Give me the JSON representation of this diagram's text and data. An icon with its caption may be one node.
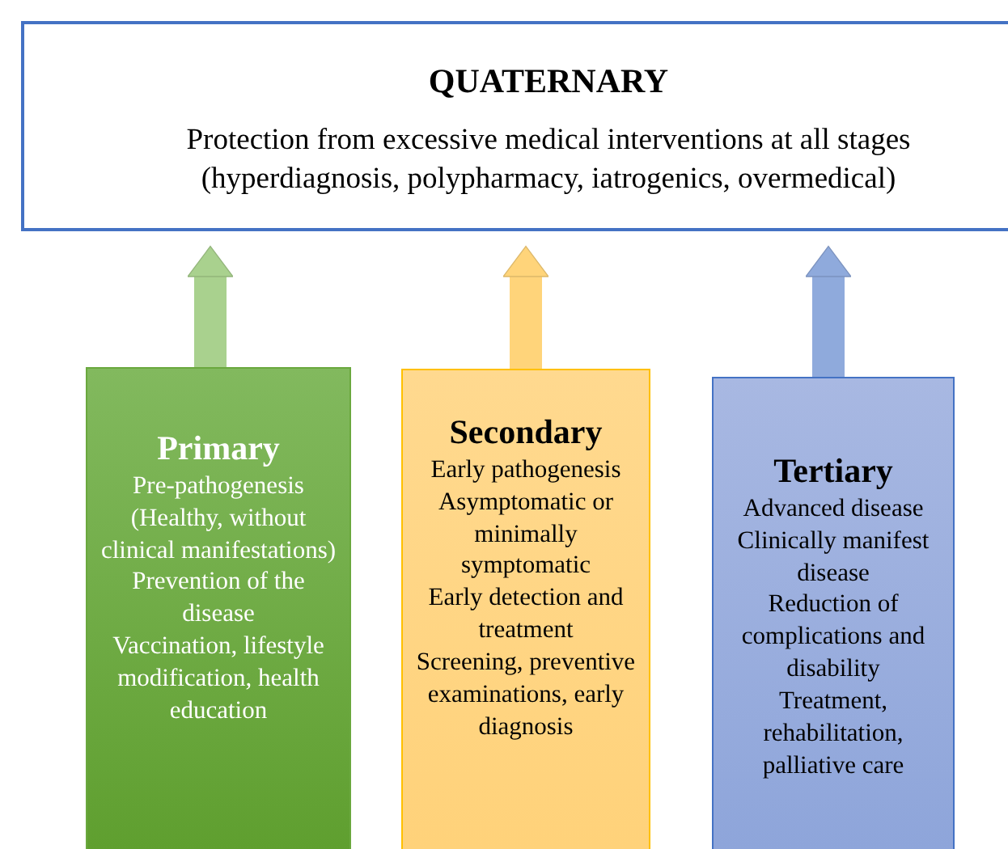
{
  "diagram": {
    "nodes": [
      {
        "text": [
          "QUATERNARY",
          "Protection from excessive medical interventions at all stages (hyperdiagnosis, polypharmacy, iatrogenics, overmedical)"
        ]
      },
      {
        "text": [
          "Primary",
          "Pre-pathogenesis (Healthy, without clinical manifestations)",
          "Prevention of the disease",
          "Vaccination, lifestyle modification, health education"
        ]
      },
      {
        "text": [
          "Secondary",
          "Early pathogenesis",
          "Asymptomatic or minimally symptomatic",
          "Early detection and treatment",
          "Screening, preventive examinations, early diagnosis"
        ]
      },
      {
        "text": [
          "Tertiary",
          "Advanced disease",
          "Clinically manifest disease",
          "Reduction of complications and disability",
          "Treatment, rehabilitation, palliative care"
        ]
      }
    ],
    "edges": [
      {
        "from": 1,
        "to": 0,
        "arrow": "to",
        "color": "#a9d18e"
      },
      {
        "from": 2,
        "to": 0,
        "arrow": "to",
        "color": "#ffd47a"
      },
      {
        "from": 3,
        "to": 0,
        "arrow": "to",
        "color": "#8faadc"
      }
    ]
  }
}
